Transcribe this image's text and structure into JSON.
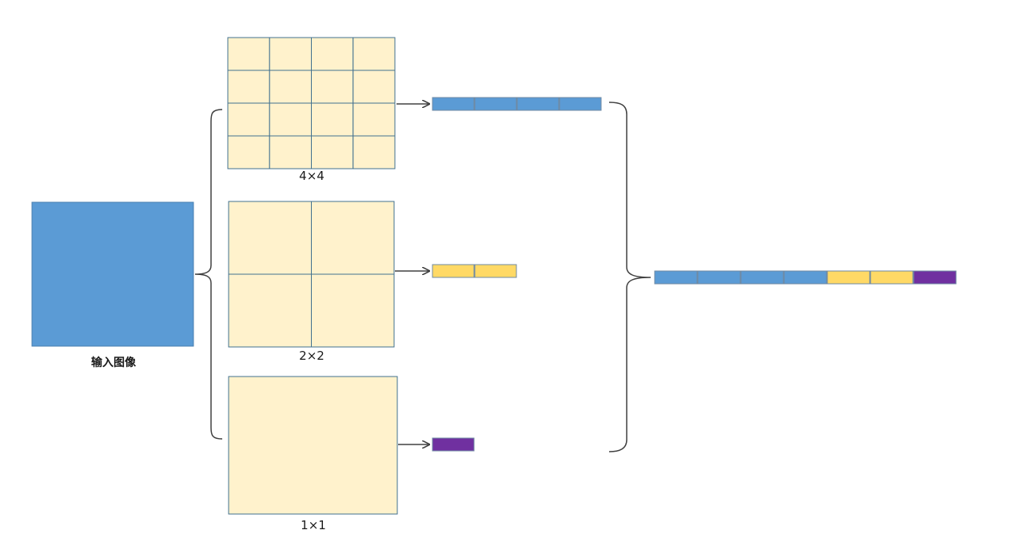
{
  "input": {
    "label": "输入图像"
  },
  "levels": [
    {
      "label": "4×4",
      "grid": 4,
      "feature_count": 4,
      "feature_color": "#5b9bd5"
    },
    {
      "label": "2×2",
      "grid": 2,
      "feature_count": 2,
      "feature_color": "#ffd966"
    },
    {
      "label": "1×1",
      "grid": 1,
      "feature_count": 1,
      "feature_color": "#7030a0"
    }
  ],
  "output": {
    "feature_colors": [
      "#5b9bd5",
      "#5b9bd5",
      "#5b9bd5",
      "#5b9bd5",
      "#ffd966",
      "#ffd966",
      "#7030a0"
    ]
  },
  "colors": {
    "input_fill": "#5b9bd5",
    "grid_fill": "#fff2cc",
    "grid_stroke": "#41718f",
    "line": "#404040"
  }
}
